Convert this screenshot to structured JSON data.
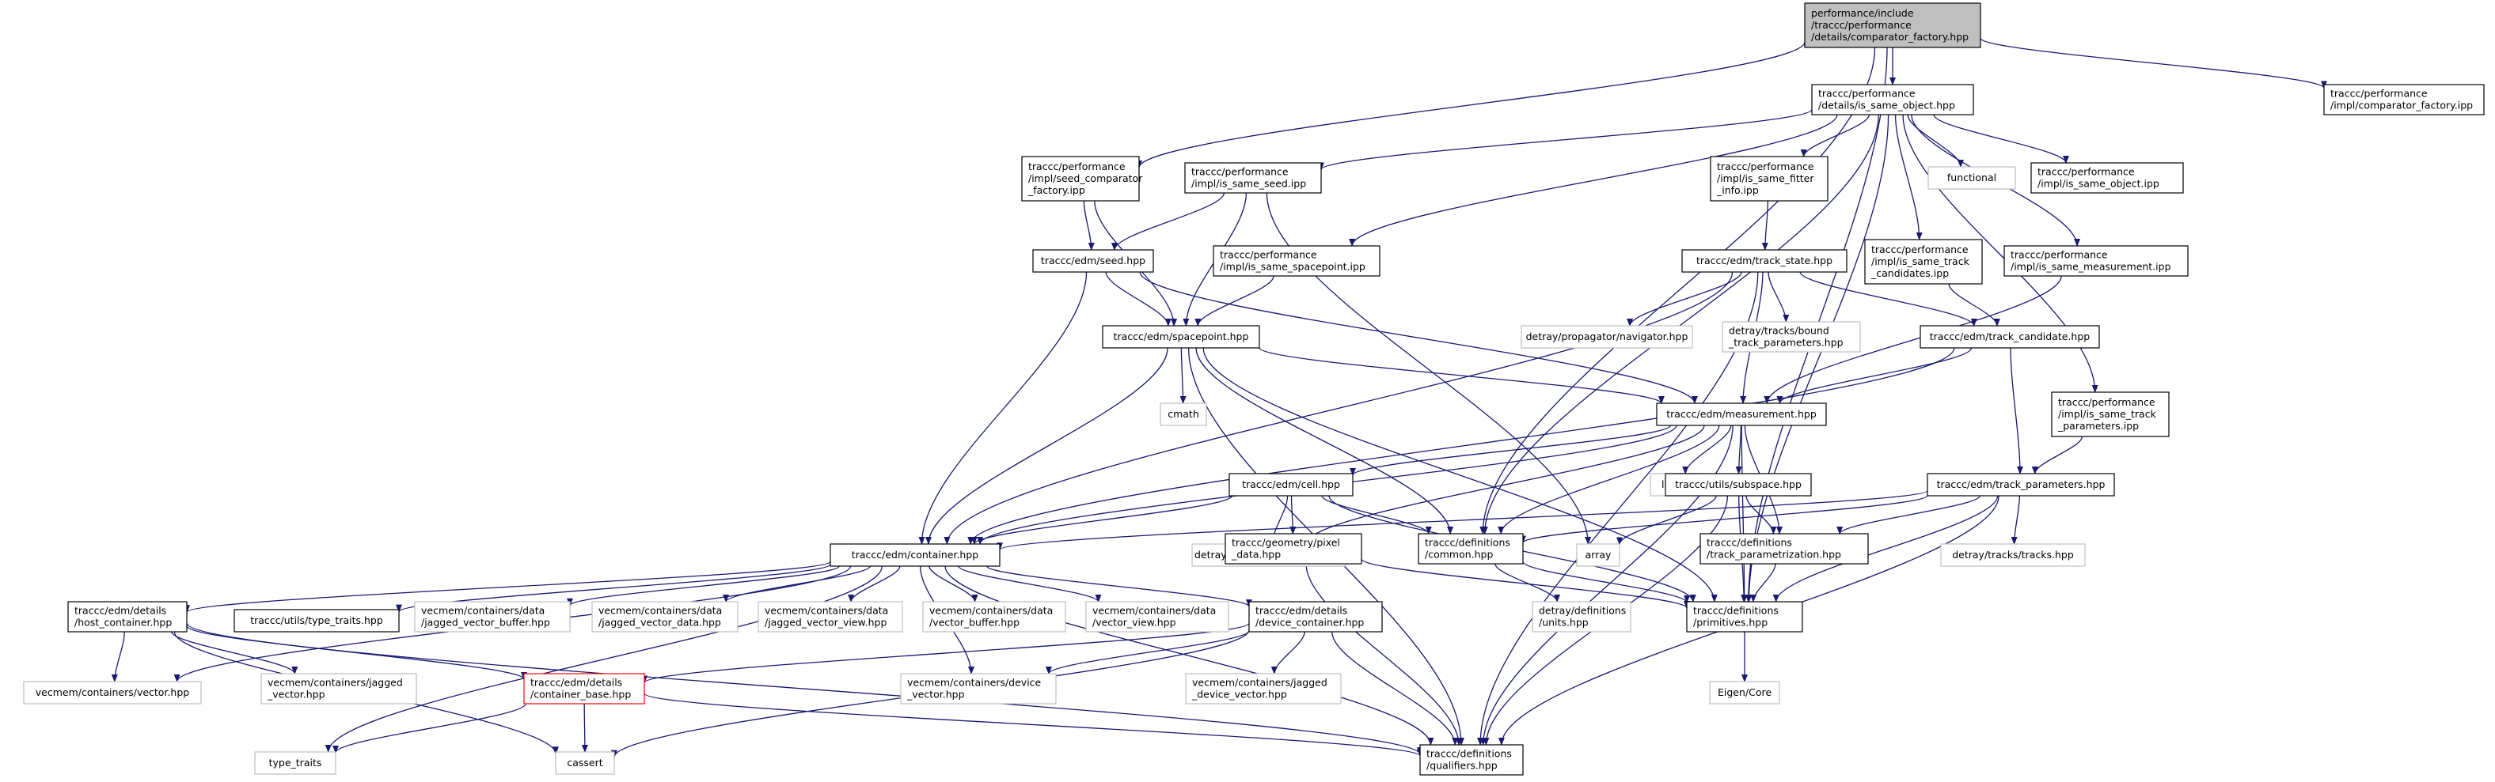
{
  "colors": {
    "edge": "#191970",
    "root_fill": "#bfbfbf",
    "node_border": "#000000",
    "external_border": "#bfbfbf",
    "highlight_border": "#ff0000",
    "background": "#ffffff"
  },
  "nodes": [
    {
      "id": "root",
      "lines": [
        "performance/include",
        "/traccc/performance",
        "/details/comparator_factory.hpp"
      ],
      "style": "root"
    },
    {
      "id": "is_same_object_hpp",
      "lines": [
        "traccc/performance",
        "/details/is_same_object.hpp"
      ],
      "style": "normal"
    },
    {
      "id": "impl_comparator_factory_ipp",
      "lines": [
        "traccc/performance",
        "/impl/comparator_factory.ipp"
      ],
      "style": "normal"
    },
    {
      "id": "seed_comparator_factory_ipp",
      "lines": [
        "traccc/performance",
        "/impl/seed_comparator",
        "_factory.ipp"
      ],
      "style": "normal"
    },
    {
      "id": "is_same_seed_ipp",
      "lines": [
        "traccc/performance",
        "/impl/is_same_seed.ipp"
      ],
      "style": "normal"
    },
    {
      "id": "is_same_fitter_info_ipp",
      "lines": [
        "traccc/performance",
        "/impl/is_same_fitter",
        "_info.ipp"
      ],
      "style": "normal"
    },
    {
      "id": "functional",
      "lines": [
        "functional"
      ],
      "style": "external"
    },
    {
      "id": "is_same_object_ipp",
      "lines": [
        "traccc/performance",
        "/impl/is_same_object.ipp"
      ],
      "style": "normal"
    },
    {
      "id": "seed_hpp",
      "lines": [
        "traccc/edm/seed.hpp"
      ],
      "style": "normal"
    },
    {
      "id": "is_same_spacepoint_ipp",
      "lines": [
        "traccc/performance",
        "/impl/is_same_spacepoint.ipp"
      ],
      "style": "normal"
    },
    {
      "id": "track_state_hpp",
      "lines": [
        "traccc/edm/track_state.hpp"
      ],
      "style": "normal"
    },
    {
      "id": "is_same_track_candidates_ipp",
      "lines": [
        "traccc/performance",
        "/impl/is_same_track",
        "_candidates.ipp"
      ],
      "style": "normal"
    },
    {
      "id": "is_same_measurement_ipp",
      "lines": [
        "traccc/performance",
        "/impl/is_same_measurement.ipp"
      ],
      "style": "normal"
    },
    {
      "id": "spacepoint_hpp",
      "lines": [
        "traccc/edm/spacepoint.hpp"
      ],
      "style": "normal"
    },
    {
      "id": "navigator_hpp",
      "lines": [
        "detray/propagator/navigator.hpp"
      ],
      "style": "external"
    },
    {
      "id": "bound_track_parameters_hpp",
      "lines": [
        "detray/tracks/bound",
        "_track_parameters.hpp"
      ],
      "style": "external"
    },
    {
      "id": "track_candidate_hpp",
      "lines": [
        "traccc/edm/track_candidate.hpp"
      ],
      "style": "normal"
    },
    {
      "id": "cmath",
      "lines": [
        "cmath"
      ],
      "style": "external"
    },
    {
      "id": "measurement_hpp",
      "lines": [
        "traccc/edm/measurement.hpp"
      ],
      "style": "normal"
    },
    {
      "id": "is_same_track_parameters_ipp",
      "lines": [
        "traccc/performance",
        "/impl/is_same_track",
        "_parameters.ipp"
      ],
      "style": "normal"
    },
    {
      "id": "cell_hpp",
      "lines": [
        "traccc/edm/cell.hpp"
      ],
      "style": "normal"
    },
    {
      "id": "limits",
      "lines": [
        "limits"
      ],
      "style": "external"
    },
    {
      "id": "subspace_hpp",
      "lines": [
        "traccc/utils/subspace.hpp"
      ],
      "style": "normal"
    },
    {
      "id": "track_parameters_hpp",
      "lines": [
        "traccc/edm/track_parameters.hpp"
      ],
      "style": "normal"
    },
    {
      "id": "container_hpp",
      "lines": [
        "traccc/edm/container.hpp"
      ],
      "style": "normal"
    },
    {
      "id": "barcode_hpp",
      "lines": [
        "detray/geometry/barcode.hpp"
      ],
      "style": "external"
    },
    {
      "id": "pixel_data_hpp",
      "lines": [
        "traccc/geometry/pixel",
        "_data.hpp"
      ],
      "style": "normal"
    },
    {
      "id": "common_hpp",
      "lines": [
        "traccc/definitions",
        "/common.hpp"
      ],
      "style": "normal"
    },
    {
      "id": "array",
      "lines": [
        "array"
      ],
      "style": "external"
    },
    {
      "id": "track_parametrization_hpp",
      "lines": [
        "traccc/definitions",
        "/track_parametrization.hpp"
      ],
      "style": "normal"
    },
    {
      "id": "tracks_hpp",
      "lines": [
        "detray/tracks/tracks.hpp"
      ],
      "style": "external"
    },
    {
      "id": "host_container_hpp",
      "lines": [
        "traccc/edm/details",
        "/host_container.hpp"
      ],
      "style": "normal"
    },
    {
      "id": "type_traits_hpp",
      "lines": [
        "traccc/utils/type_traits.hpp"
      ],
      "style": "normal"
    },
    {
      "id": "jagged_vector_buffer_hpp",
      "lines": [
        "vecmem/containers/data",
        "/jagged_vector_buffer.hpp"
      ],
      "style": "external"
    },
    {
      "id": "jagged_vector_data_hpp",
      "lines": [
        "vecmem/containers/data",
        "/jagged_vector_data.hpp"
      ],
      "style": "external"
    },
    {
      "id": "jagged_vector_view_hpp",
      "lines": [
        "vecmem/containers/data",
        "/jagged_vector_view.hpp"
      ],
      "style": "external"
    },
    {
      "id": "vector_buffer_hpp",
      "lines": [
        "vecmem/containers/data",
        "/vector_buffer.hpp"
      ],
      "style": "external"
    },
    {
      "id": "vector_view_hpp",
      "lines": [
        "vecmem/containers/data",
        "/vector_view.hpp"
      ],
      "style": "external"
    },
    {
      "id": "device_container_hpp",
      "lines": [
        "traccc/edm/details",
        "/device_container.hpp"
      ],
      "style": "normal"
    },
    {
      "id": "units_hpp",
      "lines": [
        "detray/definitions",
        "/units.hpp"
      ],
      "style": "external"
    },
    {
      "id": "primitives_hpp",
      "lines": [
        "traccc/definitions",
        "/primitives.hpp"
      ],
      "style": "normal"
    },
    {
      "id": "vecmem_vector_hpp",
      "lines": [
        "vecmem/containers/vector.hpp"
      ],
      "style": "external"
    },
    {
      "id": "jagged_vector_hpp",
      "lines": [
        "vecmem/containers/jagged",
        "_vector.hpp"
      ],
      "style": "external"
    },
    {
      "id": "container_base_hpp",
      "lines": [
        "traccc/edm/details",
        "/container_base.hpp"
      ],
      "style": "highlight"
    },
    {
      "id": "device_vector_hpp",
      "lines": [
        "vecmem/containers/device",
        "_vector.hpp"
      ],
      "style": "external"
    },
    {
      "id": "jagged_device_vector_hpp",
      "lines": [
        "vecmem/containers/jagged",
        "_device_vector.hpp"
      ],
      "style": "external"
    },
    {
      "id": "eigen_core",
      "lines": [
        "Eigen/Core"
      ],
      "style": "external"
    },
    {
      "id": "type_traits",
      "lines": [
        "type_traits"
      ],
      "style": "external"
    },
    {
      "id": "cassert",
      "lines": [
        "cassert"
      ],
      "style": "external"
    },
    {
      "id": "qualifiers_hpp",
      "lines": [
        "traccc/definitions",
        "/qualifiers.hpp"
      ],
      "style": "normal"
    }
  ]
}
